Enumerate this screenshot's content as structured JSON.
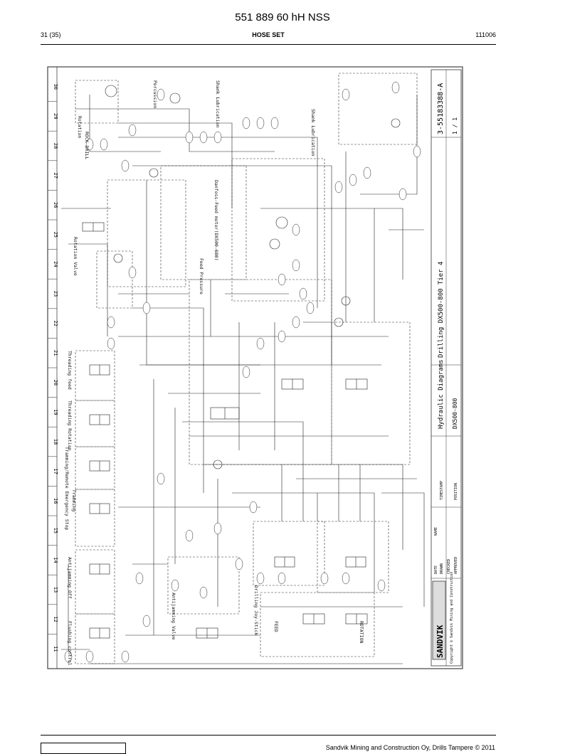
{
  "header": {
    "doc_number": "551 889 60 hH NSS",
    "page": "31 (35)",
    "title": "HOSE SET",
    "date_code": "111006"
  },
  "drawing": {
    "column_numbers": [
      "11",
      "12",
      "13",
      "14",
      "15",
      "16",
      "17",
      "18",
      "19",
      "20",
      "21",
      "22",
      "23",
      "24",
      "25",
      "26",
      "27",
      "28",
      "29",
      "30"
    ],
    "labels": {
      "rock_drill": "ROCK DRILL",
      "rotation": "Rotation",
      "percussion": "Percussion",
      "shank_lubrication_1": "Shank Lubrication",
      "shank_lubrication_2": "Shank Lubrication",
      "rotation_valve": "Rotation Valve",
      "danfoss_feed": "Danfoss-Feed motor(DX500-680)",
      "feed_pressure": "Feed Pressure",
      "threading_feed": "Threading feed",
      "threading_rotation": "Threading Rotation",
      "emergency_stop": "Tramming/Remote Emergency Stop",
      "tramming": "Tramming",
      "antijamming_off": "Antijamming Off",
      "flushing_control": "Flushing control",
      "antijamming_valve": "Antijamming Valve",
      "drilling_joystick": "Drilling Joy-Stick",
      "rotation_block": "ROTATION",
      "feed_block": "FEED"
    },
    "title_block": {
      "main_title": "Drilling DX500-800 Tier 4",
      "subtitle": "Hydraulic Diagrams",
      "model": "DX500-800",
      "drawing_number": "3-55183388-A",
      "sheet": "1 / 1",
      "brand": "SANDVIK",
      "copyright_note": "Copyright © Sandvik Mining and Construction",
      "fields": [
        "DATE",
        "NAME",
        "DRAWN",
        "CHECKED",
        "APPROVED",
        "TIMESTAMP",
        "POSITION"
      ]
    }
  },
  "footer": {
    "copyright": "Sandvik Mining and Construction Oy, Drills Tampere © 2011"
  }
}
